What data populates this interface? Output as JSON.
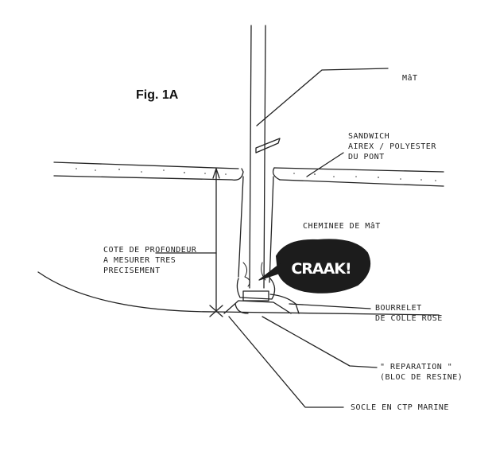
{
  "figure": {
    "title": "Fig. 1A"
  },
  "labels": {
    "mast": "MâT",
    "deck_sandwich": "SANDWICH\nAIREX / POLYESTER\nDU PONT",
    "mast_well": "CHEMINEE DE MâT",
    "depth_dimension": "COTE DE PROFONDEUR\nA MESURER TRES\nPRECISEMENT",
    "glue_bead": "BOURRELET\nDE COLLE ROSE",
    "repair": "\" REPARATION \"\n(BLOC DE RESINE)",
    "marine_plywood_base": "SOCLE EN CTP MARINE"
  },
  "exclamation": "CRAAK!",
  "colors": {
    "ink": "#222222",
    "background": "#ffffff"
  }
}
